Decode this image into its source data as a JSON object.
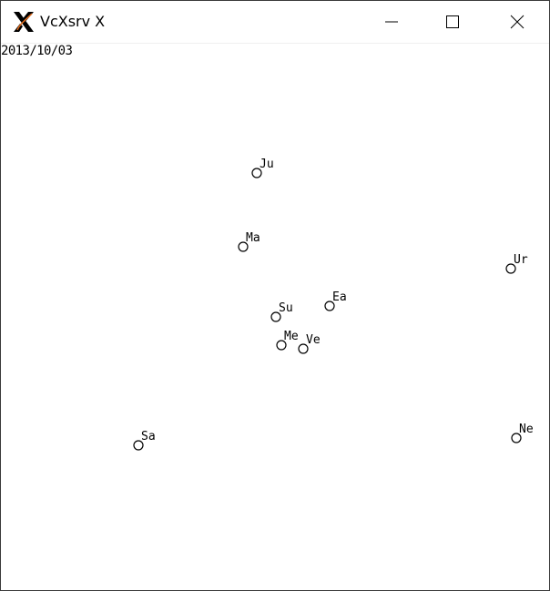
{
  "window": {
    "title": "VcXsrv X",
    "icon": "x-logo-icon"
  },
  "controls": {
    "minimize": "minimize-icon",
    "maximize": "maximize-icon",
    "close": "close-icon"
  },
  "display": {
    "date": "2013/10/03",
    "planets": [
      {
        "id": "sun",
        "label": "Su"
      },
      {
        "id": "mercury",
        "label": "Me"
      },
      {
        "id": "venus",
        "label": "Ve"
      },
      {
        "id": "earth",
        "label": "Ea"
      },
      {
        "id": "mars",
        "label": "Ma"
      },
      {
        "id": "jupiter",
        "label": "Ju"
      },
      {
        "id": "saturn",
        "label": "Sa"
      },
      {
        "id": "uranus",
        "label": "Ur"
      },
      {
        "id": "neptune",
        "label": "Ne"
      }
    ]
  }
}
